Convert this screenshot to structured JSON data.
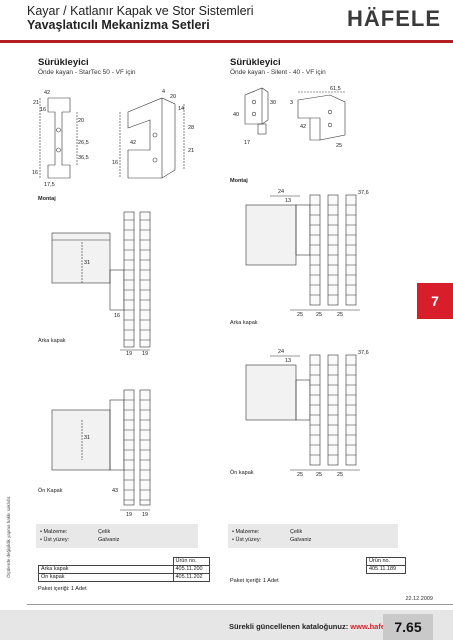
{
  "header": {
    "title": "Kayar / Katlanır Kapak ve Stor Sistemleri",
    "subtitle": "Yavaşlatıcılı Mekanizma Setleri",
    "brand": "HÄFELE"
  },
  "colors": {
    "accent": "#d81e2a",
    "header_line": "#b31e23"
  },
  "left": {
    "title": "Sürükleyici",
    "subtitle": "Önde kayan - StarTec 50 - VF için",
    "montaj": "Montaj",
    "rear_label": "Arka kapak",
    "front_label": "Ön Kapak",
    "materials": [
      {
        "key": "Malzeme:",
        "value": "Çelik"
      },
      {
        "key": "Üst yüzey:",
        "value": "Galvaniz"
      }
    ],
    "table_header": "Ürün no.",
    "rows": [
      {
        "name": "Arka kapak",
        "code": "405.11.200"
      },
      {
        "name": "Ön kapak",
        "code": "405.11.202"
      }
    ],
    "pack": "Paket içeriği: 1 Adet",
    "dims": {
      "d1": "42",
      "d2": "21",
      "d3": "16",
      "d4": "20",
      "d5": "26,5",
      "d6": "36,5",
      "d7": "16",
      "d8": "17,5",
      "d9": "4",
      "d10": "20",
      "d11": "28",
      "d12": "21",
      "d13": "16",
      "d14": "42",
      "d15": "14",
      "m1": "31",
      "m2": "16",
      "m3": "19",
      "m4": "19",
      "f1": "31",
      "f2": "43",
      "f3": "19",
      "f4": "19"
    }
  },
  "right": {
    "title": "Sürükleyici",
    "subtitle": "Önde kayan - Silent - 40 - VF için",
    "montaj": "Montaj",
    "rear_label": "Arka kapak",
    "front_label": "Ön kapak",
    "materials": [
      {
        "key": "Malzeme:",
        "value": "Çelik"
      },
      {
        "key": "Üst yüzey:",
        "value": "Galvaniz"
      }
    ],
    "table_header": "Ürün no.",
    "rows": [
      {
        "name": "",
        "code": "405.11.189"
      }
    ],
    "pack": "Paket içeriği: 1 Adet",
    "dims": {
      "a1": "40",
      "a2": "30",
      "a3": "3",
      "a4": "61,5",
      "a5": "17",
      "a6": "42",
      "a7": "25",
      "r1": "24",
      "r2": "13",
      "r3": "37,6",
      "r4": "25",
      "r5": "25",
      "r6": "25",
      "s1": "24",
      "s2": "13",
      "s3": "37,6",
      "s4": "25",
      "s5": "25",
      "s6": "25"
    }
  },
  "side_text": "Ölçülerde değişiklik yapma hakkı saklıdır.",
  "tab": "7",
  "date": "22.12.2009",
  "footer": {
    "text": "Sürekli güncellenen kataloğunuz: ",
    "url": "www.hafele.com",
    "page": "7.65"
  }
}
